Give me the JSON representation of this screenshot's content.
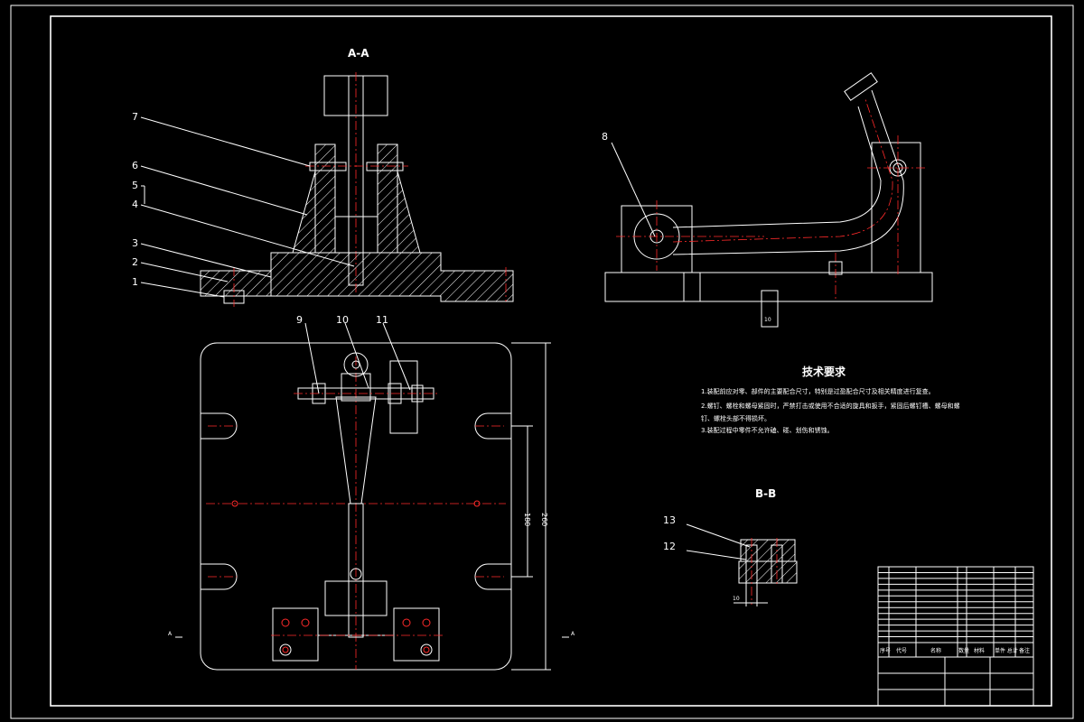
{
  "views": {
    "section_aa": "A-A",
    "section_bb": "B-B",
    "marker_left": "A",
    "marker_right": "A"
  },
  "part_labels": [
    "1",
    "2",
    "3",
    "4",
    "5",
    "6",
    "7",
    "8",
    "9",
    "10",
    "11",
    "12",
    "13"
  ],
  "dimensions": {
    "vertical_1": "180",
    "vertical_2": "260",
    "bb_width": "10",
    "side_center": "10"
  },
  "technical_requirements": {
    "title": "技术要求",
    "items": [
      "1.装配前应对零、部件的主要配合尺寸，特别是过盈配合尺寸及相关精度进行复查。",
      "2.螺钉、螺栓和螺母紧固时，严禁打击或使用不合适的旋具和扳手，紧固后螺钉槽、螺母和螺",
      "钉、螺栓头部不得损坏。",
      "3.装配过程中零件不允许磕、碰、划伤和锈蚀。"
    ]
  },
  "title_block": {
    "header": [
      "序号",
      "代号",
      "名称",
      "数量",
      "材料",
      "单件 总计",
      "备注"
    ],
    "row_count": 13
  },
  "colors": {
    "background": "#000000",
    "outline": "#ffffff",
    "centerline": "#ff2a2a"
  }
}
